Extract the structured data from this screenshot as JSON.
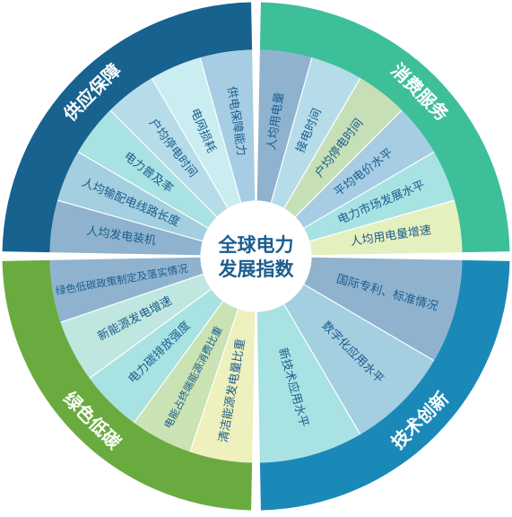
{
  "center": {
    "line1": "全球电力",
    "line2": "发展指数"
  },
  "quadrants": [
    {
      "key": "supply",
      "label": "供应保障",
      "color": "#17628f",
      "items": [
        {
          "text": "人均发电装机",
          "color": "#8fb3cf"
        },
        {
          "text": "人均输配电线路长度",
          "color": "#a3cfe0"
        },
        {
          "text": "电力普及率",
          "color": "#a8e2e2"
        },
        {
          "text": "户均停电时间",
          "color": "#b7dce9"
        },
        {
          "text": "电网损耗",
          "color": "#c9edf0"
        },
        {
          "text": "供电保障能力",
          "color": "#a6cde3"
        }
      ]
    },
    {
      "key": "consumer",
      "label": "消费服务",
      "color": "#3dbf9a",
      "items": [
        {
          "text": "人均用电量",
          "color": "#8fb3cf"
        },
        {
          "text": "接电时间",
          "color": "#b7dce9"
        },
        {
          "text": "户均停电时间",
          "color": "#c7dfb6"
        },
        {
          "text": "平均电价水平",
          "color": "#a6cde3"
        },
        {
          "text": "电力市场发展水平",
          "color": "#a8e2e2"
        },
        {
          "text": "人均用电量增速",
          "color": "#e5f0bf"
        }
      ]
    },
    {
      "key": "tech",
      "label": "技术创新",
      "color": "#1b89b8",
      "items": [
        {
          "text": "国际专利、标准情况",
          "color": "#8fb3cf"
        },
        {
          "text": "数字化应用水平",
          "color": "#a3cfe0"
        },
        {
          "text": "新技术应用水平",
          "color": "#a8e2e2"
        }
      ]
    },
    {
      "key": "green",
      "label": "绿色低碳",
      "color": "#6aab3f",
      "items": [
        {
          "text": "清洁能源发电量比重",
          "color": "#eef0bd"
        },
        {
          "text": "电能占终端能源消费比重",
          "color": "#c9e3b4"
        },
        {
          "text": "电力碳排放强度",
          "color": "#a8e2e2"
        },
        {
          "text": "新能源发电增速",
          "color": "#bfe6df"
        },
        {
          "text": "绿色低碳政策制定及落实情况",
          "color": "#8fb3cf"
        }
      ]
    }
  ],
  "text_color": "#1a5d8f"
}
